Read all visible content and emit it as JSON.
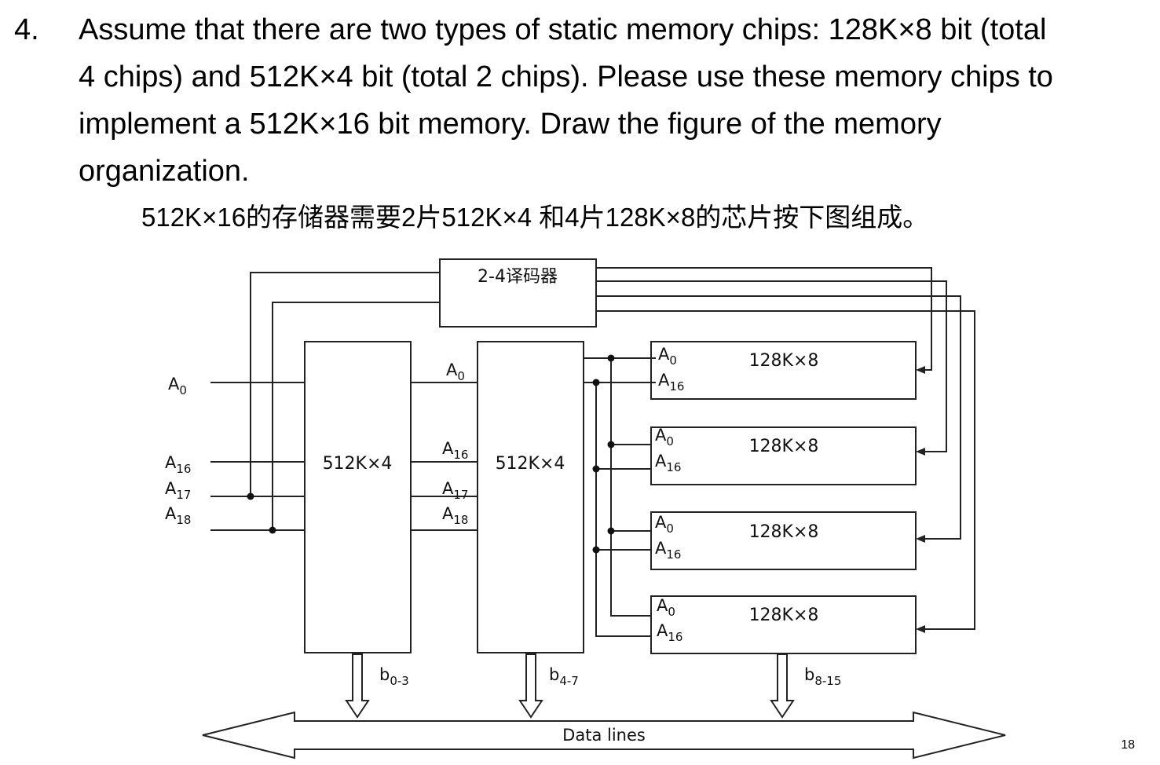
{
  "question": {
    "number": "4.",
    "lines": [
      "Assume that there are two types of static memory chips: 128K×8 bit (total",
      "4 chips) and 512K×4 bit (total 2 chips). Please use these memory chips to",
      "implement a 512K×16 bit memory. Draw the figure of the memory",
      "organization."
    ]
  },
  "caption": "512K×16的存储器需要2片512K×4 和4片128K×8的芯片按下图组成。",
  "diagram": {
    "decoder_label": "2-4译码器",
    "chip_512_label": "512K×4",
    "chip_128_label": "128K×8",
    "address_base": "A",
    "address_subs": {
      "a0": "0",
      "a16": "16",
      "a17": "17",
      "a18": "18"
    },
    "bus_base": "b",
    "bus_subs": {
      "b0": "0-3",
      "b1": "4-7",
      "b2": "8-15"
    },
    "data_lines_label": "Data lines"
  },
  "page_number": "18"
}
